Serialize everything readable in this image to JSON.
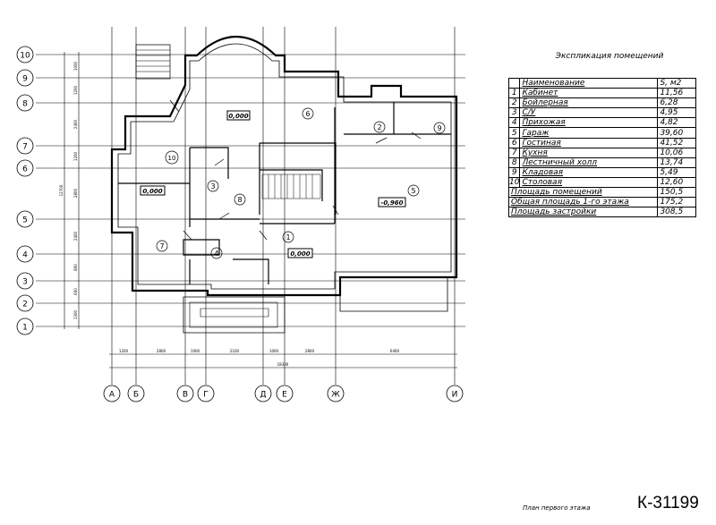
{
  "plan": {
    "row_axes": [
      "10",
      "9",
      "8",
      "7",
      "6",
      "5",
      "4",
      "3",
      "2",
      "1"
    ],
    "col_axes": [
      "А",
      "Б",
      "В",
      "Г",
      "Д",
      "Е",
      "Ж",
      "И"
    ],
    "left_dims": [
      "1000",
      "1200",
      "2400",
      "1200",
      "2800",
      "2400",
      "800",
      "600",
      "1300"
    ],
    "left_total": "12700",
    "bottom_dims": [
      "1200",
      "2800",
      "1000",
      "2100",
      "1000",
      "2800",
      "6400"
    ],
    "bottom_total": "18300",
    "room_numbers": [
      "1",
      "2",
      "3",
      "4",
      "5",
      "6",
      "7",
      "8",
      "9",
      "10"
    ],
    "levels": {
      "main": "0,000",
      "left": "0,000",
      "lower": "0,000",
      "garage": "-0,960"
    }
  },
  "explication": {
    "title": "Экспликация помещений",
    "header": {
      "name": "Наименование",
      "area": "S, м2"
    },
    "rows": [
      {
        "no": "1",
        "name": "Кабинет",
        "area": "11,56"
      },
      {
        "no": "2",
        "name": "Бойлерная",
        "area": "6,28"
      },
      {
        "no": "3",
        "name": "С/У",
        "area": "4,95"
      },
      {
        "no": "4",
        "name": "Прихожая",
        "area": "4,82"
      },
      {
        "no": "5",
        "name": "Гараж",
        "area": "39,60"
      },
      {
        "no": "6",
        "name": "Гостиная",
        "area": "41,52"
      },
      {
        "no": "7",
        "name": "Кухня",
        "area": "10,06"
      },
      {
        "no": "8",
        "name": "Лестничный холл",
        "area": "13,74"
      },
      {
        "no": "9",
        "name": "Кладовая",
        "area": "5,49"
      },
      {
        "no": "10",
        "name": "Столовая",
        "area": "12,60"
      }
    ],
    "totals": [
      {
        "name": "Площадь помещений",
        "area": "150,5"
      },
      {
        "name": "Общая площадь 1-го этажа",
        "area": "175,2"
      },
      {
        "name": "Площадь застройки",
        "area": "308,5"
      }
    ]
  },
  "footer": {
    "caption": "План первого этажа",
    "code": "К-31199"
  }
}
